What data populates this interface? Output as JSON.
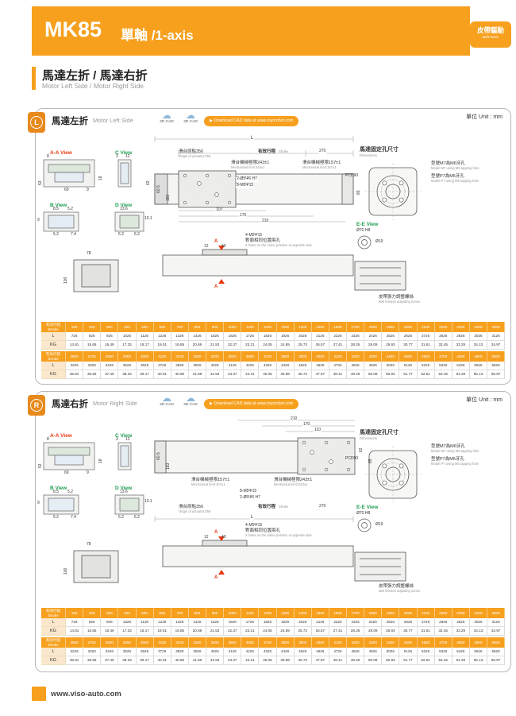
{
  "header": {
    "model": "MK85",
    "axis_label": "單軸 /1-axis",
    "drive_zh": "皮帶驅動",
    "drive_en": "Belt Drive"
  },
  "section": {
    "title": "馬達左折 / 馬達右折",
    "subtitle": "Motor Left Side / Motor Right Side"
  },
  "common": {
    "unit": "單位 Unit : mm",
    "cad2d": "2D CAD",
    "cad3d": "3D CAD",
    "download": "Download CAD data at www.toyorobot.com",
    "views": {
      "aa": "A-A View",
      "b": "B View",
      "c": "C View",
      "d": "D View",
      "ee": "E-E View"
    },
    "dims": {
      "aa": [
        "53",
        "8",
        "69",
        "9",
        "18"
      ],
      "b": [
        "8.5",
        "5.2",
        "9",
        "5.2",
        "7.4"
      ],
      "c": [
        "3",
        "12"
      ],
      "d": [
        "13.6",
        "10.1",
        "5.2",
        "6.2"
      ],
      "plan": {
        "L": "L",
        "d270": "270",
        "d62": "62",
        "d210": "210",
        "d170": "170",
        "d110": "110",
        "d183": "183",
        "d605": "60.5",
        "d85": "85"
      },
      "side": {
        "d78": "78",
        "d12": "12",
        "d40": "40",
        "d100": "100",
        "amark": "A"
      },
      "ee": {
        "d70": "Ø70 H8",
        "d19": "Ø19",
        "pcd": "PCD90"
      }
    },
    "labels": {
      "stroke_zh": "有效行程",
      "stroke_en": "Stroke",
      "origin_zh": "滑台原點356",
      "origin_en": "Origin of actuator:356",
      "limit243_zh": "滑台機械極限243±1",
      "limit243_en": "Mechanical limit:243±1",
      "limit157_zh": "滑台機械極限157±1",
      "limit157_en": "Mechanical limit:157±1",
      "holes2": "2-Ø5Ψ6 H7",
      "holes8": "8-M5Ψ15",
      "dims_title_zh": "馬達固定孔尺寸",
      "dims_title_en": "Dimensions",
      "m7_zh": "型號M7為M6牙孔",
      "m7_en": "Model M7 using M6 tapping hole",
      "p7_zh": "型號P7為M5牙孔",
      "p7_en": "Model P7 using M5 tapping hole",
      "note4m5_1": "4-M5Ψ15",
      "note4m5_2": "對面相同位置兩孔",
      "note4m5_3": "2 holes on the same position at opposite side.",
      "belt_zh": "皮帶張力調整螺絲",
      "belt_en": "Belt tension adjusting screw."
    }
  },
  "panelL": {
    "tab": "L",
    "title_zh": "馬達左折",
    "title_en": "Motor Left Side"
  },
  "panelR": {
    "tab": "R",
    "title_zh": "馬達右折",
    "title_en": "Motor Right Side"
  },
  "tables": {
    "header_zh": "有效行程",
    "header_en": "Stroke",
    "row_l": "L",
    "row_kg": "KG",
    "t1": {
      "stroke": [
        "100",
        "200",
        "300",
        "400",
        "500",
        "600",
        "700",
        "800",
        "900",
        "1000",
        "1100",
        "1200",
        "1300",
        "1400",
        "1500",
        "1600",
        "1700",
        "1800",
        "1900",
        "2000",
        "2100",
        "2200",
        "2300",
        "2400",
        "2500"
      ],
      "L": [
        "726",
        "826",
        "926",
        "1026",
        "1126",
        "1226",
        "1326",
        "1426",
        "1526",
        "1626",
        "1726",
        "1826",
        "1926",
        "2026",
        "2126",
        "2226",
        "2326",
        "2426",
        "2526",
        "2626",
        "2726",
        "2826",
        "2926",
        "3026",
        "3126"
      ],
      "KG": [
        "14.81",
        "15.65",
        "16.49",
        "17.33",
        "18.17",
        "19.01",
        "19.85",
        "20.69",
        "21.53",
        "22.37",
        "23.21",
        "24.05",
        "24.89",
        "25.73",
        "26.57",
        "27.41",
        "28.25",
        "29.09",
        "29.93",
        "30.77",
        "31.61",
        "32.45",
        "33.29",
        "34.13",
        "34.97"
      ]
    },
    "t2": {
      "stroke": [
        "2600",
        "2700",
        "2800",
        "2900",
        "3000",
        "3100",
        "3200",
        "3300",
        "3400",
        "3500",
        "3600",
        "3700",
        "3800",
        "3900",
        "4000",
        "4100",
        "4200",
        "4300",
        "4400",
        "4500",
        "4600",
        "4700",
        "4800",
        "4900",
        "5000"
      ],
      "L": [
        "3226",
        "3326",
        "3426",
        "3526",
        "3626",
        "3726",
        "3826",
        "3926",
        "4026",
        "4126",
        "4226",
        "4326",
        "4426",
        "4526",
        "4626",
        "4726",
        "4826",
        "4926",
        "5026",
        "5126",
        "5226",
        "5326",
        "5426",
        "5526",
        "5626"
      ],
      "KG": [
        "35.81",
        "36.65",
        "37.49",
        "38.33",
        "39.17",
        "40.01",
        "40.85",
        "41.69",
        "42.53",
        "43.37",
        "44.21",
        "45.05",
        "45.89",
        "46.73",
        "47.57",
        "48.41",
        "49.25",
        "50.09",
        "50.93",
        "51.77",
        "52.61",
        "53.45",
        "54.29",
        "55.13",
        "55.97"
      ]
    }
  },
  "footer": {
    "url": "www.viso-auto.com"
  },
  "colors": {
    "accent": "#F6A01E",
    "red_accent": "#E8380D",
    "green_view": "#1E9E50"
  }
}
